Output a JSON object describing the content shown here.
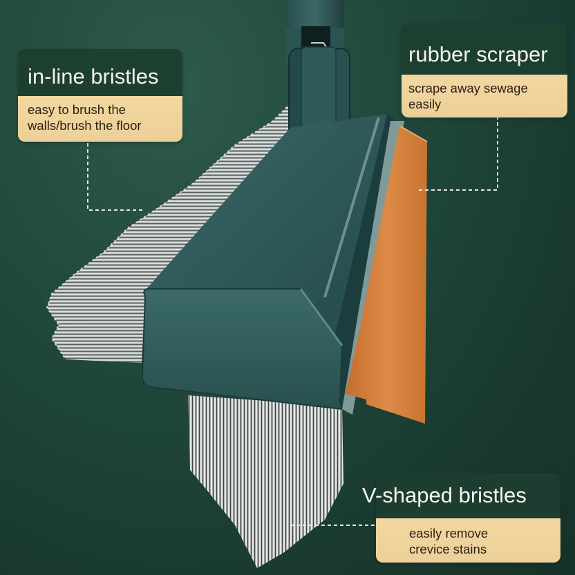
{
  "product": {
    "type": "cleaning brush with rubber scraper",
    "colors": {
      "background": "#1f4036",
      "body": "#2c5656",
      "body_dark": "#1b3b3c",
      "scraper": "#d27c3a",
      "bristles": "#c9cbcb",
      "callout_title_bg": "#1d3f2f",
      "callout_desc_bg": "#efd39d"
    }
  },
  "callouts": [
    {
      "id": "in-line-bristles",
      "title": "in-line bristles",
      "desc_lines": [
        "easy to brush the",
        "walls/brush the floor"
      ]
    },
    {
      "id": "rubber-scraper",
      "title": "rubber scraper",
      "desc_lines": [
        "scrape away sewage",
        "easily"
      ]
    },
    {
      "id": "v-shaped-bristles",
      "title": "V-shaped bristles",
      "desc_lines": [
        "easily remove",
        "crevice stains"
      ]
    }
  ]
}
